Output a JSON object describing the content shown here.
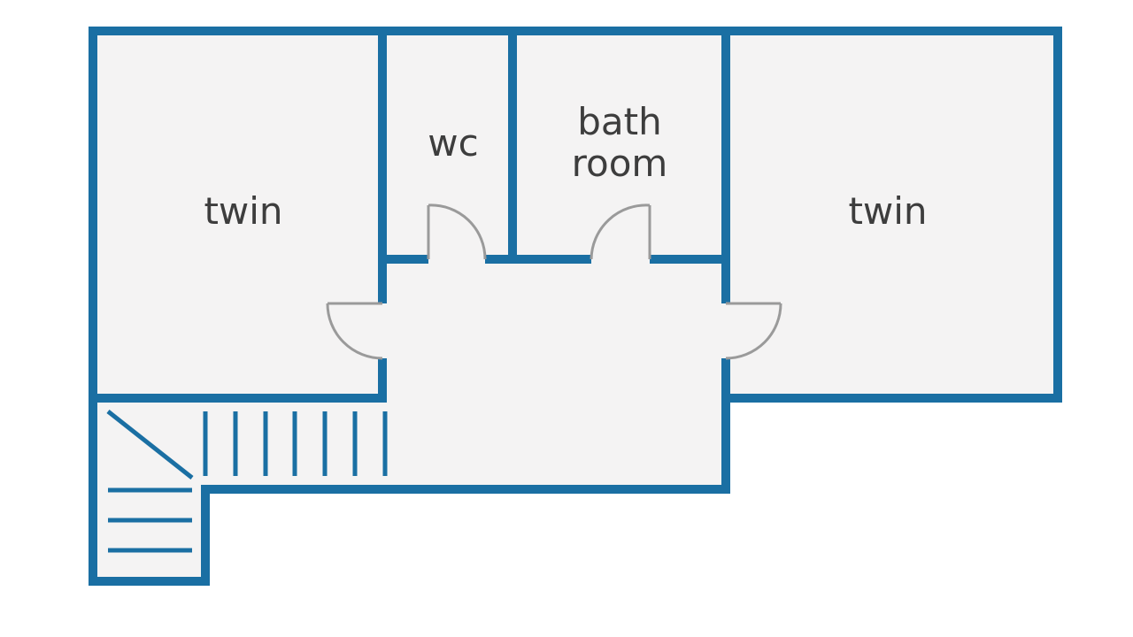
{
  "colors": {
    "wall": "#1a6fa3",
    "floor": "#f4f3f3",
    "door": "#9a9a9a",
    "label": "#3d3d3d",
    "background": "#ffffff"
  },
  "rooms": {
    "left_bedroom": "twin",
    "wc": "wc",
    "bathroom_line1": "bath",
    "bathroom_line2": "room",
    "right_bedroom": "twin"
  },
  "elements": {
    "doors": [
      "wc-door",
      "bathroom-door",
      "left-bedroom-door",
      "right-bedroom-door"
    ],
    "stairs": "L-shaped staircase"
  }
}
